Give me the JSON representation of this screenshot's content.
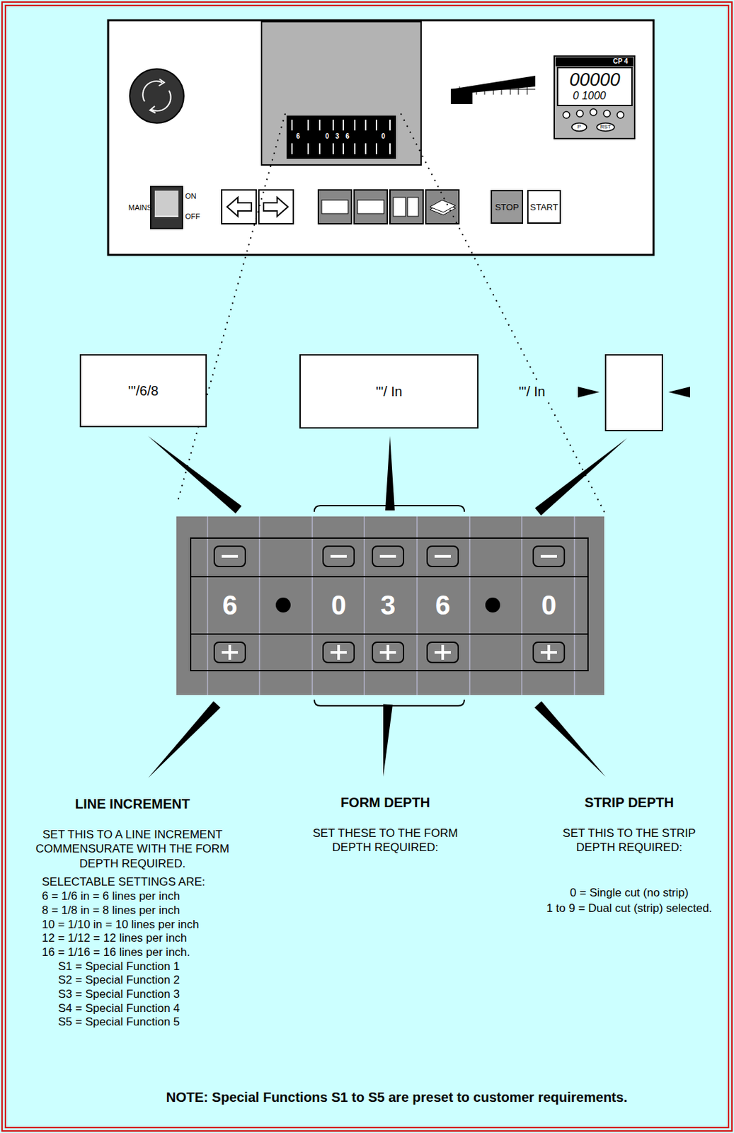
{
  "diagram": {
    "nodes": [
      {
        "text": [
          "STOP"
        ]
      },
      {
        "text": [
          "START"
        ]
      },
      {
        "text": [
          "'''/6/8"
        ]
      },
      {
        "text": [
          "'''/ In"
        ]
      },
      {
        "text": [
          "'''/ In"
        ]
      }
    ],
    "labels": [
      "6",
      "0",
      "3",
      "6",
      "0",
      "ON",
      "MAINS",
      "OFF",
      "CP 4",
      "00000",
      "0 1000",
      "P",
      "RST",
      "6",
      "0",
      "3",
      "6",
      "0",
      "LINE INCREMENT",
      "SET THIS TO A LINE INCREMENT COMMENSURATE WITH THE FORM DEPTH REQUIRED.",
      "SELECTABLE SETTINGS ARE:",
      "6 = 1/6 in = 6 lines per inch",
      "8 = 1/8 in = 8 lines per inch",
      "10 = 1/10 in = 10 lines per inch",
      "12 = 1/12 = 12 lines per inch",
      "16 = 1/16 = 16 lines per inch.",
      "S1 = Special Function 1",
      "S2 = Special Function 2",
      "S3 = Special Function 3",
      "S4 = Special Function 4",
      "S5 = Special Function 5",
      "FORM DEPTH",
      "SET THESE TO THE FORM DEPTH REQUIRED:",
      "STRIP DEPTH",
      "SET THIS TO THE STRIP DEPTH REQUIRED:",
      "0 = Single cut (no strip)",
      "1 to 9 = Dual cut (strip) selected.",
      "NOTE:  Special Functions S1 to S5 are preset to customer requirements."
    ]
  }
}
